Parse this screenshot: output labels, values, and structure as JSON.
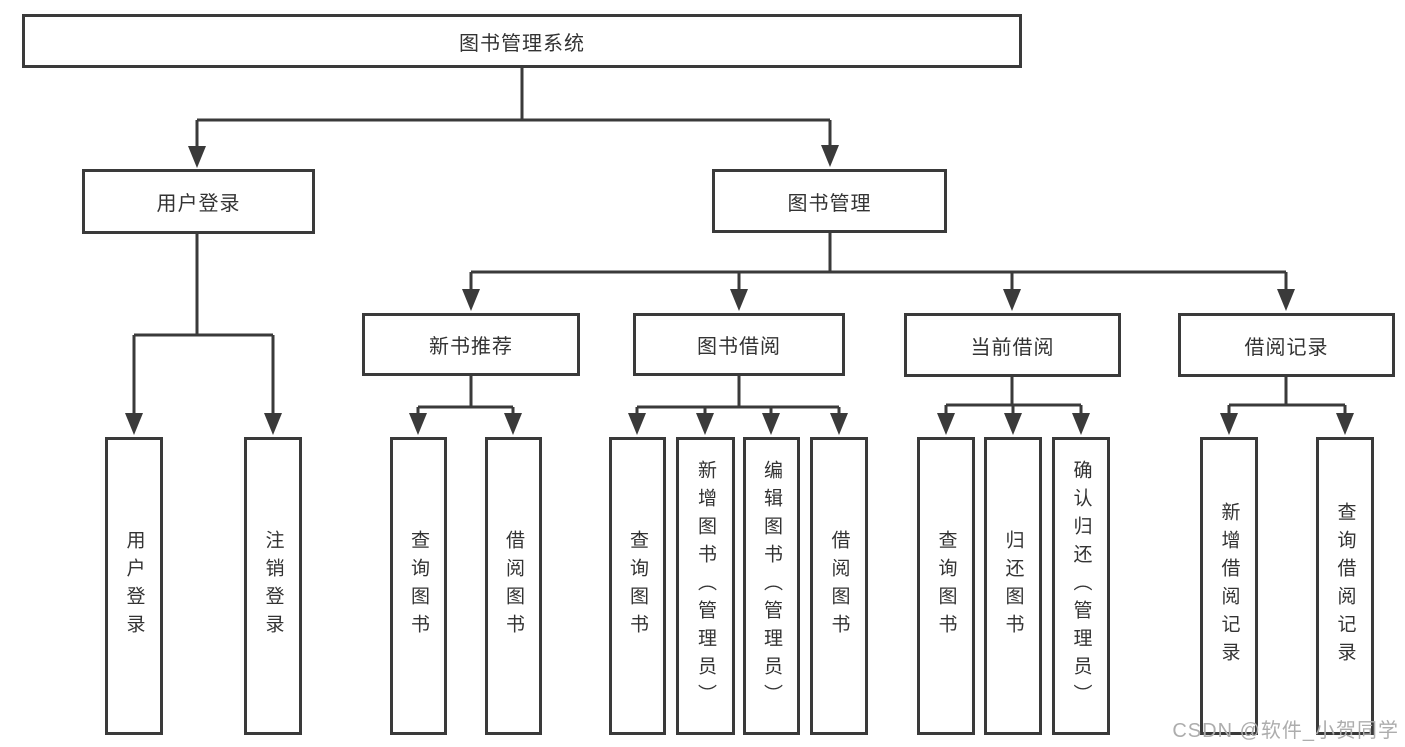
{
  "diagram": {
    "root": "图书管理系统",
    "level2": {
      "user_login": "用户登录",
      "book_management": "图书管理"
    },
    "level3": {
      "new_book_recommend": "新书推荐",
      "book_borrowing": "图书借阅",
      "current_borrowing": "当前借阅",
      "borrowing_records": "借阅记录"
    },
    "leaves": {
      "user_login": "用户登录",
      "logout": "注销登录",
      "newbook_query_books": "查询图书",
      "newbook_borrow_books": "借阅图书",
      "borrowing_query_books": "查询图书",
      "borrowing_add_books_admin": "新增图书（管理员）",
      "borrowing_edit_books_admin": "编辑图书（管理员）",
      "borrowing_borrow_books": "借阅图书",
      "current_query_books": "查询图书",
      "current_return_books": "归还图书",
      "current_confirm_return_admin": "确认归还（管理员）",
      "records_add_record": "新增借阅记录",
      "records_query_record": "查询借阅记录"
    }
  },
  "watermark": {
    "text": "CSDN @软件_小贺同学"
  },
  "colors": {
    "line": "#3a3a3a",
    "text": "#333333",
    "watermark": "#adadad",
    "background": "#ffffff"
  }
}
